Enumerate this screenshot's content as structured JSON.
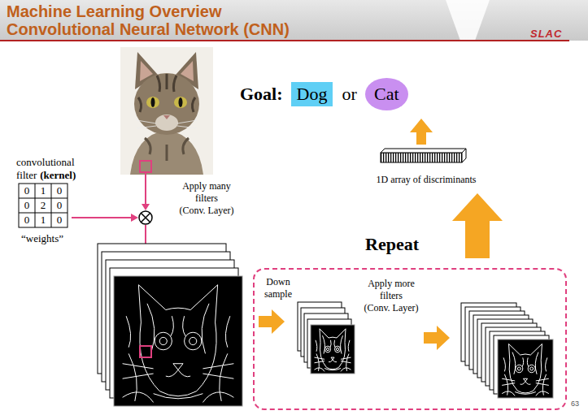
{
  "diagram": {
    "title": "Machine Learning Overview Convolutional Neural Network (CNN)",
    "nodes": [
      {
        "text": [
          "Dog"
        ]
      },
      {
        "text": [
          "Cat"
        ]
      },
      {
        "text": [
          "Repeat",
          "Down sample",
          "Apply more filters",
          "(Conv. Layer)"
        ]
      }
    ],
    "labels": [
      "Goal:",
      "or",
      "1D array of discriminants",
      "convolutional filter",
      "(kernel)",
      "0",
      "1",
      "0",
      "0",
      "2",
      "0",
      "0",
      "1",
      "0",
      "“weights”",
      "Apply many filters",
      "(Conv. Layer)",
      "SLAC",
      "63"
    ]
  }
}
